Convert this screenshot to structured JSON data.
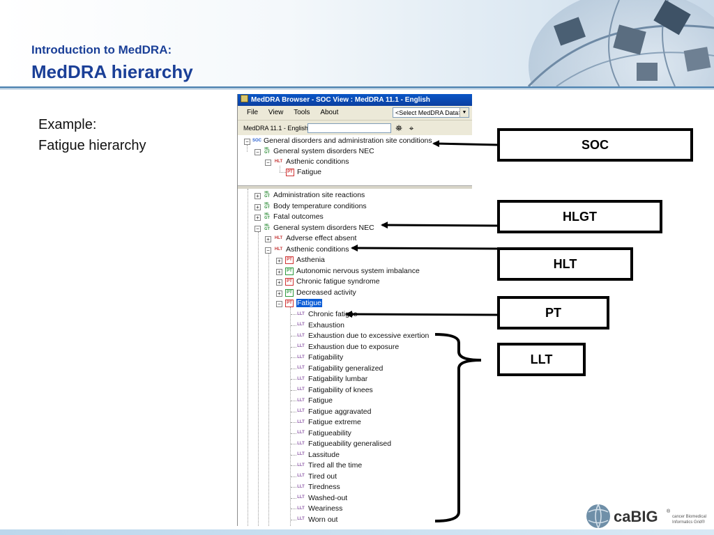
{
  "slide": {
    "subtitle": "Introduction to MedDRA:",
    "title": "MedDRA hierarchy",
    "example_line1": "Example:",
    "example_line2": "Fatigue hierarchy"
  },
  "window": {
    "title": "MedDRA Browser - SOC View : MedDRA 11.1 - English",
    "menu": [
      "File",
      "View",
      "Tools",
      "About"
    ],
    "data_select": "<Select MedDRA Data>",
    "toolbar_label": "MedDRA 11.1 - English",
    "search_value": ""
  },
  "top_tree": {
    "soc": "General disorders and administration site conditions",
    "hlgt": "General system disorders NEC",
    "hlt": "Asthenic conditions",
    "pt": "Fatigue"
  },
  "tree": {
    "hlgts": [
      "Administration site reactions",
      "Body temperature conditions",
      "Fatal outcomes",
      "General system disorders NEC"
    ],
    "hlts": [
      "Adverse effect absent",
      "Asthenic conditions"
    ],
    "pts": [
      "Asthenia",
      "Autonomic nervous system imbalance",
      "Chronic fatigue syndrome",
      "Decreased activity",
      "Fatigue"
    ],
    "llts": [
      "Chronic fatigue",
      "Exhaustion",
      "Exhaustion due to excessive exertion",
      "Exhaustion due to exposure",
      "Fatigability",
      "Fatigability generalized",
      "Fatigability lumbar",
      "Fatigability of knees",
      "Fatigue",
      "Fatigue aggravated",
      "Fatigue extreme",
      "Fatigueability",
      "Fatigueability generalised",
      "Lassitude",
      "Tired all the time",
      "Tired out",
      "Tiredness",
      "Washed-out",
      "Weariness",
      "Worn out"
    ]
  },
  "badges": {
    "soc": "SOC",
    "hlgt_top": "HL",
    "hlgt_bottom": "GT",
    "hlt": "HLT",
    "pt": "PT",
    "llt": "LLT"
  },
  "levels": {
    "soc": "SOC",
    "hlgt": "HLGT",
    "hlt": "HLT",
    "pt": "PT",
    "llt": "LLT"
  },
  "logo": {
    "name": "caBIG",
    "mark": "®",
    "tagline1": "cancer Biomedical",
    "tagline2": "Informatics Grid®"
  },
  "colors": {
    "title": "#1a3f97",
    "soc_badge": "#2a60d0",
    "hlgt_badge": "#2f8f3a",
    "hlt_badge": "#c43535",
    "pt_badge": "#d03232",
    "llt_badge": "#8e5aa8",
    "selection": "#0a5cd6"
  }
}
